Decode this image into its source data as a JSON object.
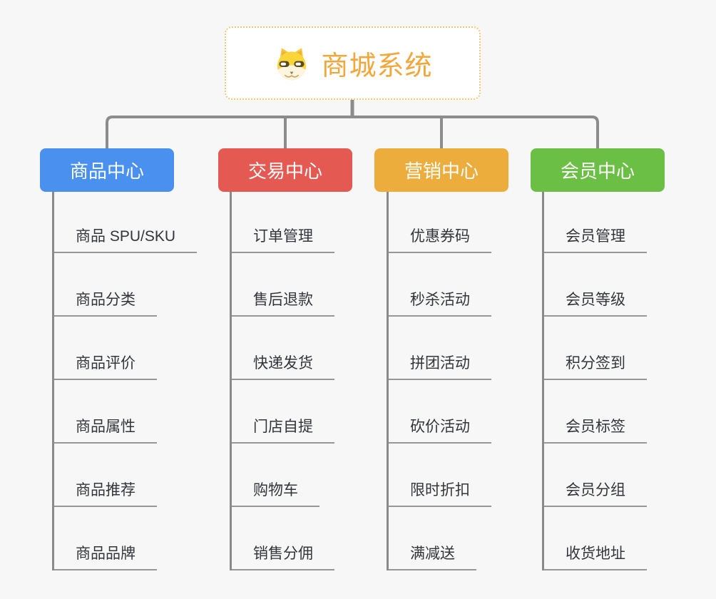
{
  "diagram": {
    "type": "mindmap-tree",
    "root": {
      "title": "商城系统",
      "icon": "dog-mascot-icon",
      "text_color": "#F1A73B",
      "border_color": "#F2C879"
    },
    "branches": [
      {
        "label": "商品中心",
        "color": "#4A90EE",
        "items": [
          "商品 SPU/SKU",
          "商品分类",
          "商品评价",
          "商品属性",
          "商品推荐",
          "商品品牌"
        ]
      },
      {
        "label": "交易中心",
        "color": "#E45A52",
        "items": [
          "订单管理",
          "售后退款",
          "快递发货",
          "门店自提",
          "购物车",
          "销售分佣"
        ]
      },
      {
        "label": "营销中心",
        "color": "#ECAD3D",
        "items": [
          "优惠券码",
          "秒杀活动",
          "拼团活动",
          "砍价活动",
          "限时折扣",
          "满减送"
        ]
      },
      {
        "label": "会员中心",
        "color": "#6CBF45",
        "items": [
          "会员管理",
          "会员等级",
          "积分签到",
          "会员标签",
          "会员分组",
          "收货地址"
        ]
      }
    ],
    "colors": {
      "background": "#F7F7F7",
      "connector_line": "#8C8C8C",
      "leaf_underline": "#979797",
      "leaf_text": "#32363B"
    }
  }
}
